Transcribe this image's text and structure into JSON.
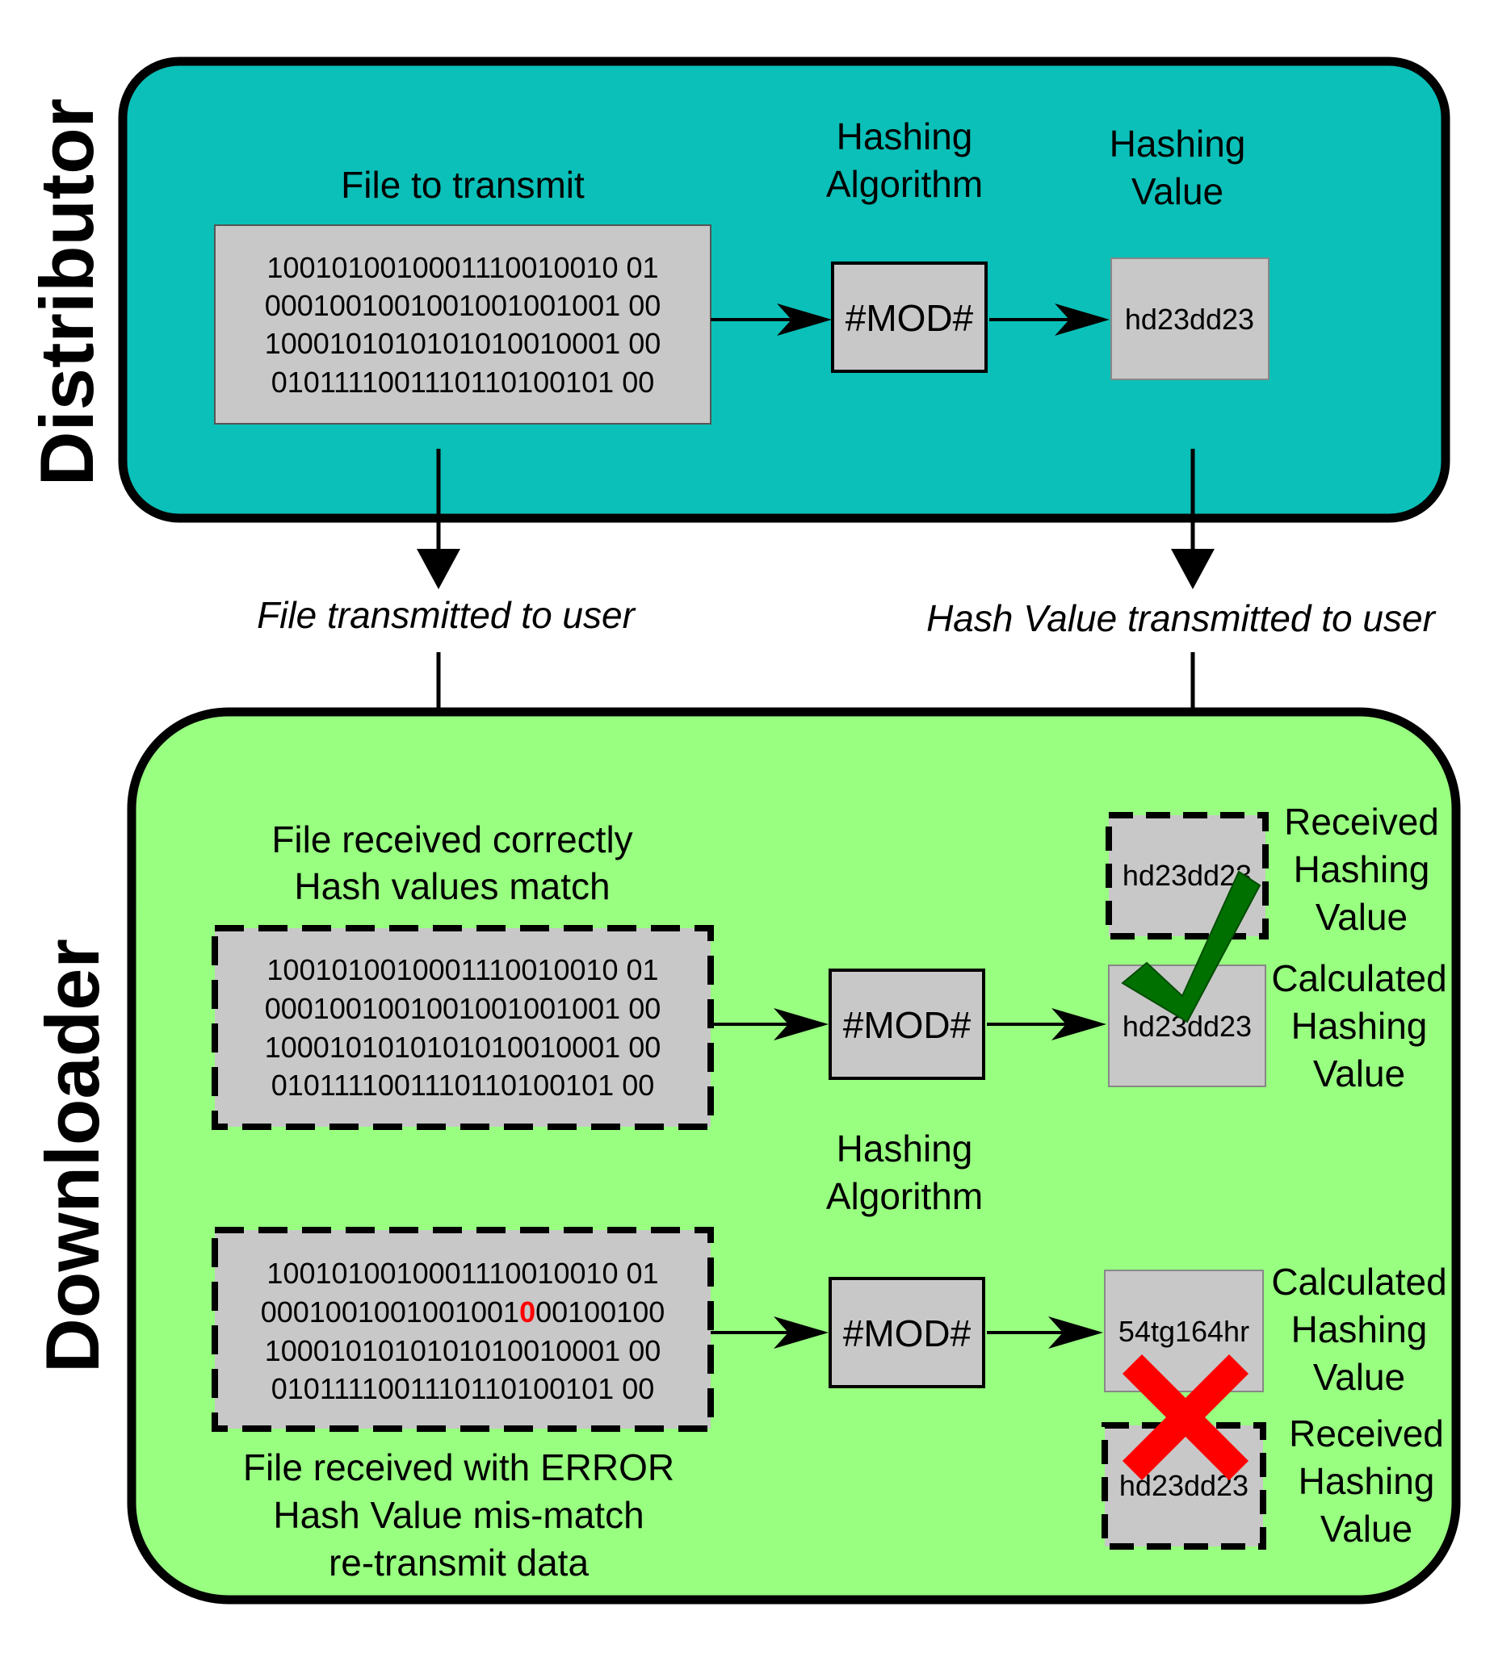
{
  "distributor": {
    "title": "Distributor",
    "file_label": "File to transmit",
    "file_lines": [
      "1001010010001110010010 01",
      "0001001001001001001001 00",
      "1000101010101010010001 00",
      "0101111001110110100101 00"
    ],
    "algo_label": [
      "Hashing",
      "Algorithm"
    ],
    "algo_text": "#MOD#",
    "value_label": [
      "Hashing",
      "Value"
    ],
    "value_text": "hd23dd23"
  },
  "transfer": {
    "file_caption": "File transmitted to user",
    "hash_caption": "Hash Value transmitted to user"
  },
  "downloader": {
    "title": "Downloader",
    "ok_caption": [
      "File received correctly",
      "Hash values match"
    ],
    "ok_lines": [
      "1001010010001110010010 01",
      "0001001001001001001001 00",
      "1000101010101010010001 00",
      "0101111001110110100101 00"
    ],
    "err_lines": {
      "line1": "1001010010001110010010 01",
      "line2_pre": "0001001001001001",
      "line2_bit": "0",
      "line2_post": "00100100",
      "line3": "1000101010101010010001 00",
      "line4": "0101111001110110100101 00"
    },
    "err_caption": [
      "File received with ERROR",
      "Hash Value mis-match",
      "re-transmit data"
    ],
    "algo_label": [
      "Hashing",
      "Algorithm"
    ],
    "algo_text_ok": "#MOD#",
    "algo_text_err": "#MOD#",
    "received_label": [
      "Received",
      "Hashing",
      "Value"
    ],
    "calculated_label": [
      "Calculated",
      "Hashing",
      "Value"
    ],
    "received_value_top": "hd23dd23",
    "calculated_value_ok": "hd23dd23",
    "calculated_value_err": "54tg164hr",
    "received_value_bottom": "hd23dd23"
  },
  "colors": {
    "distributor_bg": "#0bc0b8",
    "downloader_bg": "#98ff80",
    "box_fill": "#c8c8c8",
    "check": "#007000",
    "cross": "#ff0000",
    "error_bit": "#ff0000"
  },
  "icons": [
    "check-icon",
    "cross-icon",
    "arrow-right-icon",
    "arrow-down-icon"
  ]
}
